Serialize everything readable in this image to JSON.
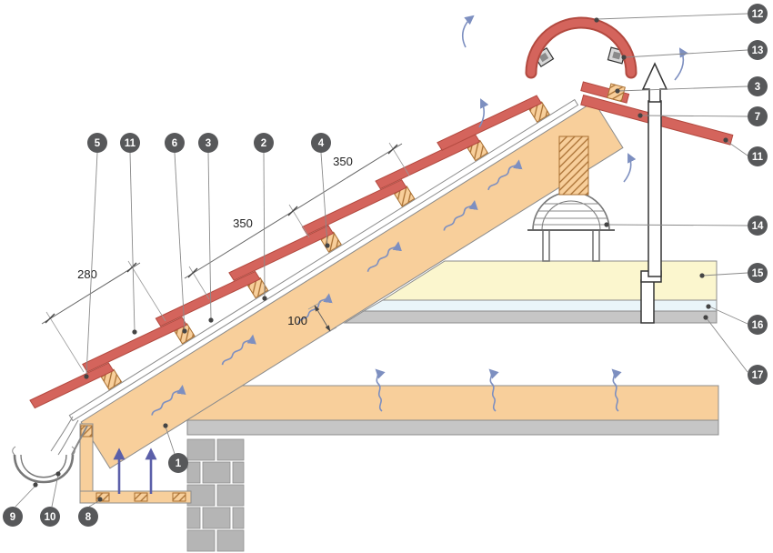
{
  "colors": {
    "tile": "#d4645c",
    "tileDark": "#b2493f",
    "wood": "#f8cf9b",
    "woodEdge": "#b8834a",
    "hatchLine": "#a86f32",
    "insulation": "#fbf6ce",
    "layerGray": "#c6c6c6",
    "layerLight": "#eaf5f9",
    "brick": "#b5b5b5",
    "callout": "#57585a",
    "leader": "#8a8a8a",
    "airflow": "#7d8fc0",
    "intake": "#5b5fa9",
    "outline": "#8c8c8c",
    "dimline": "#666666"
  },
  "diagram": {
    "callouts": {
      "c1": "1",
      "c2": "2",
      "c3a": "3",
      "c3b": "3",
      "c4": "4",
      "c5": "5",
      "c6": "6",
      "c7": "7",
      "c8": "8",
      "c9": "9",
      "c10": "10",
      "c11a": "11",
      "c11b": "11",
      "c12": "12",
      "c13": "13",
      "c14": "14",
      "c15": "15",
      "c16": "16",
      "c17": "17"
    },
    "dims": {
      "d280": "280",
      "d350a": "350",
      "d350b": "350",
      "d100": "100"
    }
  }
}
